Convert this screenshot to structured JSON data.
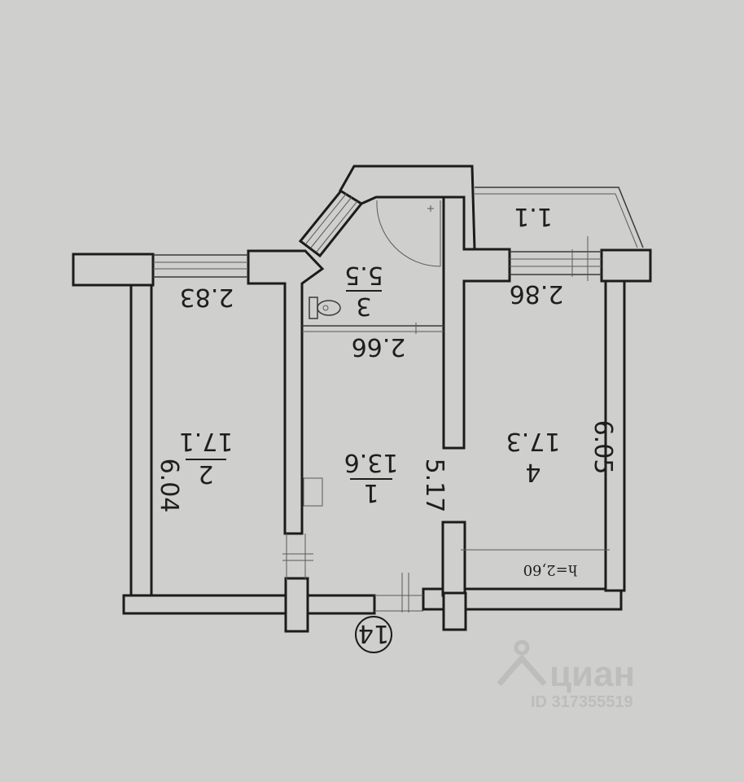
{
  "plan": {
    "rooms": [
      {
        "number": "1",
        "area": "13.6"
      },
      {
        "number": "2",
        "area": "17.1"
      },
      {
        "number": "3",
        "area": "5.5"
      },
      {
        "number": "4",
        "area": "17.3"
      }
    ],
    "balcony_area": "1.1",
    "dimensions": {
      "room2_width": "2.83",
      "room2_length": "6.04",
      "bath_width": "2.66",
      "room1_length": "5.17",
      "room4_width": "2.86",
      "room4_length": "6.05"
    },
    "ceiling_height": "h=2,60",
    "apartment_number": "14"
  },
  "watermark": {
    "brand": "циан",
    "id_text": "ID 317355519"
  }
}
